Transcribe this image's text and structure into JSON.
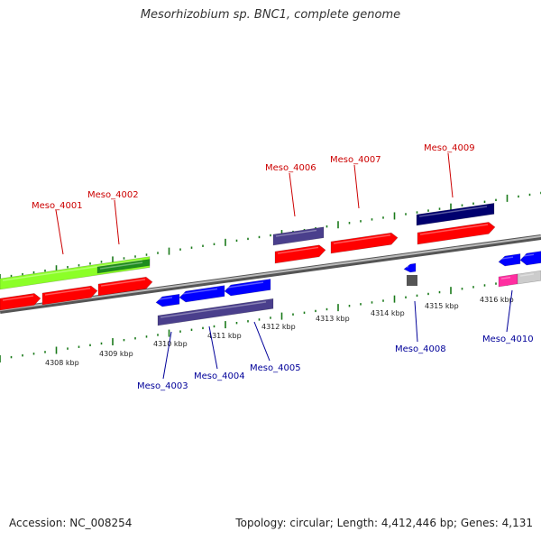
{
  "title": "Mesorhizobium sp. BNC1, complete genome",
  "accession": "Accession: NC_008254",
  "summary": "Topology: circular; Length: 4,412,446 bp; Genes: 4,131",
  "colors": {
    "forward_label": "#cc0000",
    "reverse_label": "#000099",
    "backbone": "#888888",
    "tick": "#1a7a1a",
    "cds_red": "#ff0000",
    "cds_blue": "#0000ff",
    "cds_navy": "#00006e",
    "cds_slate": "#4a3f8c",
    "rna_green": "#8cff28",
    "rna_darkgreen": "#1e8c1e",
    "pink": "#ff2ea0",
    "gray": "#555555",
    "lightgray": "#cccccc"
  },
  "scale": {
    "ticks": [
      "4308 kbp",
      "4309 kbp",
      "4310 kbp",
      "4311 kbp",
      "4312 kbp",
      "4313 kbp",
      "4314 kbp",
      "4315 kbp",
      "4316 kbp"
    ]
  },
  "gene_labels": {
    "forward": [
      "Meso_4001",
      "Meso_4002",
      "Meso_4006",
      "Meso_4007",
      "Meso_4009"
    ],
    "reverse": [
      "Meso_4003",
      "Meso_4004",
      "Meso_4005",
      "Meso_4008",
      "Meso_4010"
    ]
  }
}
